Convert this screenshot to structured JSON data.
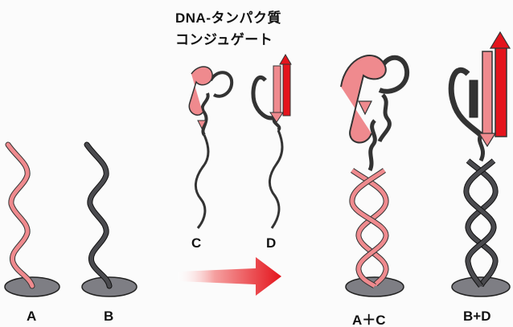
{
  "title": {
    "line1": "DNA-タンパク質",
    "line2": "コンジュゲート"
  },
  "labels": {
    "a": "A",
    "b": "B",
    "c": "C",
    "d": "D",
    "ac": "A＋C",
    "bd": "B+D"
  },
  "colors": {
    "pink": "#ef8a8e",
    "dark": "#3a3a3e",
    "disc": "#7e7e84",
    "arrow": "#e4141c"
  }
}
